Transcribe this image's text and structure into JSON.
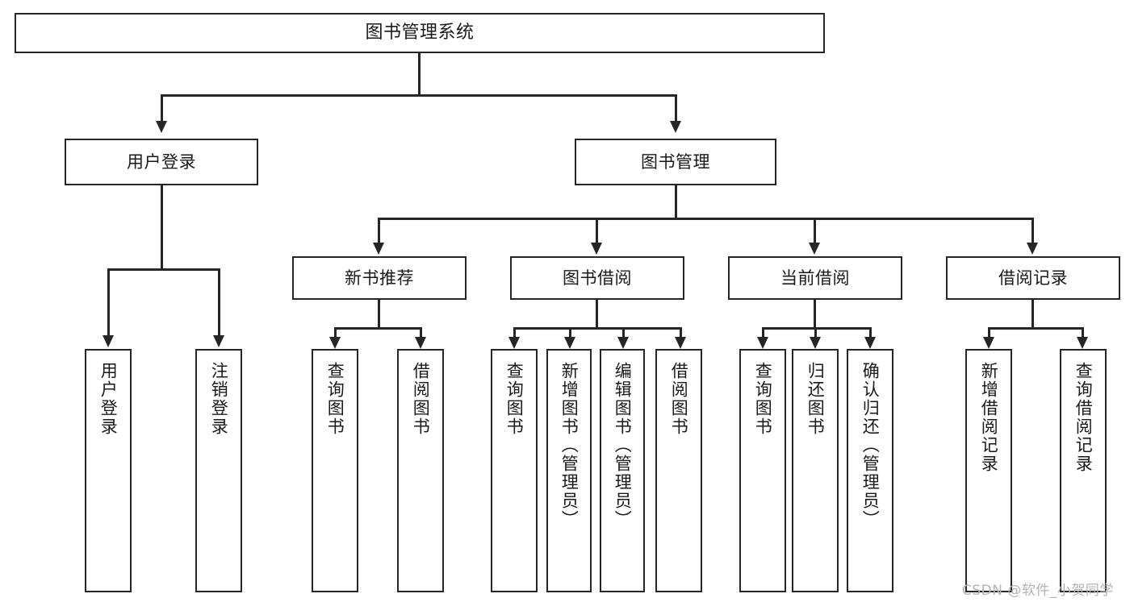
{
  "diagram": {
    "title": "图书管理系统",
    "type": "tree",
    "root": {
      "label": "图书管理系统"
    },
    "level1": [
      {
        "id": "user-login",
        "label": "用户登录"
      },
      {
        "id": "book-management",
        "label": "图书管理"
      }
    ],
    "level2": [
      {
        "id": "new-book-recommend",
        "label": "新书推荐",
        "parent": "book-management"
      },
      {
        "id": "book-borrow",
        "label": "图书借阅",
        "parent": "book-management"
      },
      {
        "id": "current-borrow",
        "label": "当前借阅",
        "parent": "book-management"
      },
      {
        "id": "borrow-record",
        "label": "借阅记录",
        "parent": "book-management"
      }
    ],
    "leaves": {
      "user_login": [
        {
          "id": "leaf-user-login",
          "label": "用户登录"
        },
        {
          "id": "leaf-user-logout",
          "label": "注销登录"
        }
      ],
      "new_book_recommend": [
        {
          "id": "leaf-query-book-1",
          "label": "查询图书"
        },
        {
          "id": "leaf-borrow-book-1",
          "label": "借阅图书"
        }
      ],
      "book_borrow": [
        {
          "id": "leaf-query-book-2",
          "label": "查询图书"
        },
        {
          "id": "leaf-add-book",
          "label": "新增图书（管理员）"
        },
        {
          "id": "leaf-edit-book",
          "label": "编辑图书（管理员）"
        },
        {
          "id": "leaf-borrow-book-2",
          "label": "借阅图书"
        }
      ],
      "current_borrow": [
        {
          "id": "leaf-query-book-3",
          "label": "查询图书"
        },
        {
          "id": "leaf-return-book",
          "label": "归还图书"
        },
        {
          "id": "leaf-confirm-return",
          "label": "确认归还（管理员）"
        }
      ],
      "borrow_record": [
        {
          "id": "leaf-add-record",
          "label": "新增借阅记录"
        },
        {
          "id": "leaf-query-record",
          "label": "查询借阅记录"
        }
      ]
    },
    "colors": {
      "stroke": "#262626",
      "fill": "#ffffff",
      "text": "#1a1a1a",
      "watermark": "#b4b4b4"
    }
  },
  "watermark": {
    "text": "CSDN @软件_小贺同学"
  }
}
